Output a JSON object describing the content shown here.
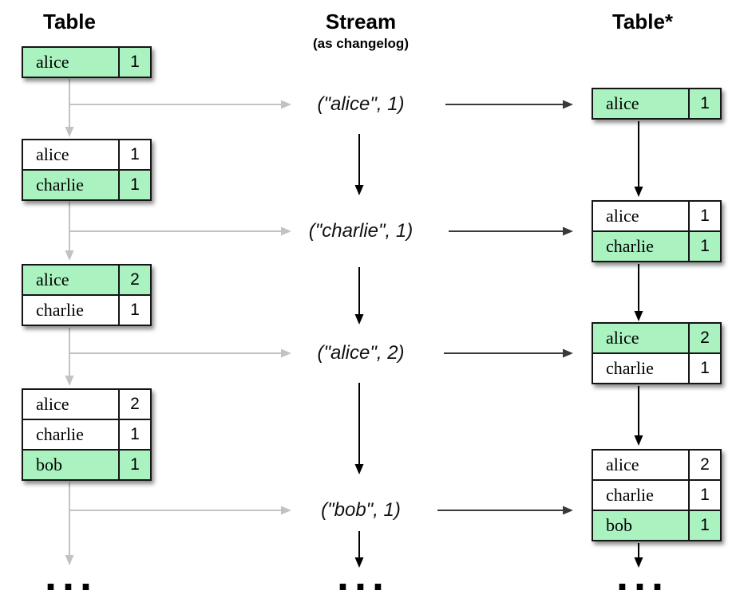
{
  "columns": {
    "left": {
      "title": "Table"
    },
    "middle": {
      "title": "Stream",
      "subtitle": "(as changelog)"
    },
    "right": {
      "title": "Table*"
    }
  },
  "left_tables": [
    {
      "rows": [
        {
          "key": "alice",
          "value": "1",
          "highlight": true
        }
      ]
    },
    {
      "rows": [
        {
          "key": "alice",
          "value": "1",
          "highlight": false
        },
        {
          "key": "charlie",
          "value": "1",
          "highlight": true
        }
      ]
    },
    {
      "rows": [
        {
          "key": "alice",
          "value": "2",
          "highlight": true
        },
        {
          "key": "charlie",
          "value": "1",
          "highlight": false
        }
      ]
    },
    {
      "rows": [
        {
          "key": "alice",
          "value": "2",
          "highlight": false
        },
        {
          "key": "charlie",
          "value": "1",
          "highlight": false
        },
        {
          "key": "bob",
          "value": "1",
          "highlight": true
        }
      ]
    }
  ],
  "stream_events": [
    "(\"alice\", 1)",
    "(\"charlie\", 1)",
    "(\"alice\", 2)",
    "(\"bob\", 1)"
  ],
  "right_tables": [
    {
      "rows": [
        {
          "key": "alice",
          "value": "1",
          "highlight": true
        }
      ]
    },
    {
      "rows": [
        {
          "key": "alice",
          "value": "1",
          "highlight": false
        },
        {
          "key": "charlie",
          "value": "1",
          "highlight": true
        }
      ]
    },
    {
      "rows": [
        {
          "key": "alice",
          "value": "2",
          "highlight": true
        },
        {
          "key": "charlie",
          "value": "1",
          "highlight": false
        }
      ]
    },
    {
      "rows": [
        {
          "key": "alice",
          "value": "2",
          "highlight": false
        },
        {
          "key": "charlie",
          "value": "1",
          "highlight": false
        },
        {
          "key": "bob",
          "value": "1",
          "highlight": true
        }
      ]
    }
  ],
  "ellipsis": "...",
  "colors": {
    "row_highlight": "#aaf2c0",
    "arrow_gray": "#c2c2c2",
    "arrow_black": "#000000",
    "arrow_dark": "#3a3a3a",
    "table_border": "#151515"
  }
}
